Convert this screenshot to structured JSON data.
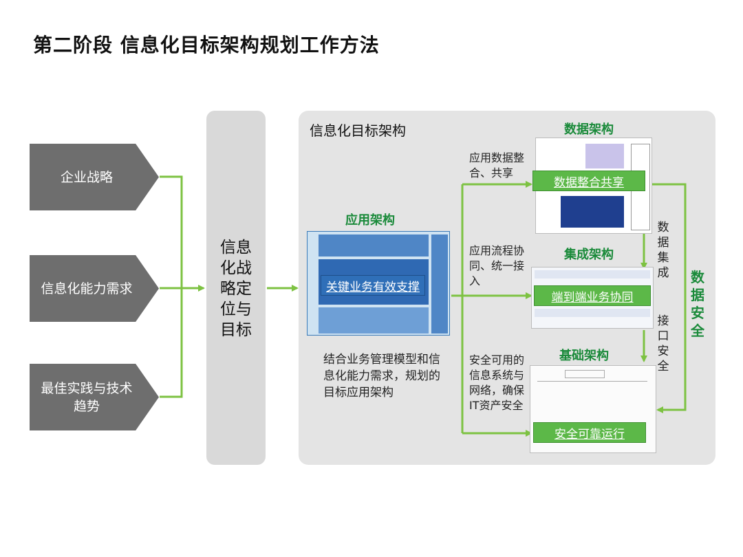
{
  "title": "第二阶段   信息化目标架构规划工作方法",
  "inputs": [
    {
      "label": "企业战略"
    },
    {
      "label": "信息化能力需求"
    },
    {
      "label": "最佳实践与技术趋势"
    }
  ],
  "middle": {
    "label": "信息化战略定位与目标"
  },
  "architecture": {
    "title": "信息化目标架构",
    "application": {
      "title": "应用架构",
      "highlight": "关键业务有效支撑",
      "description": "结合业务管理模型和信息化能力需求，规划的目标应用架构"
    },
    "data": {
      "title": "数据架构",
      "highlight": "数据整合共享",
      "note": "应用数据整合、共享"
    },
    "integration": {
      "title": "集成架构",
      "highlight": "端到端业务协同",
      "note": "应用流程协同、统一接入"
    },
    "infrastructure": {
      "title": "基础架构",
      "highlight": "安全可靠运行",
      "note": "安全可用的信息系统与网络，确保IT资产安全"
    },
    "side_labels": {
      "data_integration": "数据集成",
      "interface_security": "接口安全",
      "data_security": "数据安全"
    }
  },
  "colors": {
    "chevron": "#6e6e6e",
    "arrow": "#7dc242",
    "highlight": "#5cb848",
    "title_green": "#1a8a3a",
    "panel": "#e4e4e4",
    "column": "#d9d9d9"
  }
}
